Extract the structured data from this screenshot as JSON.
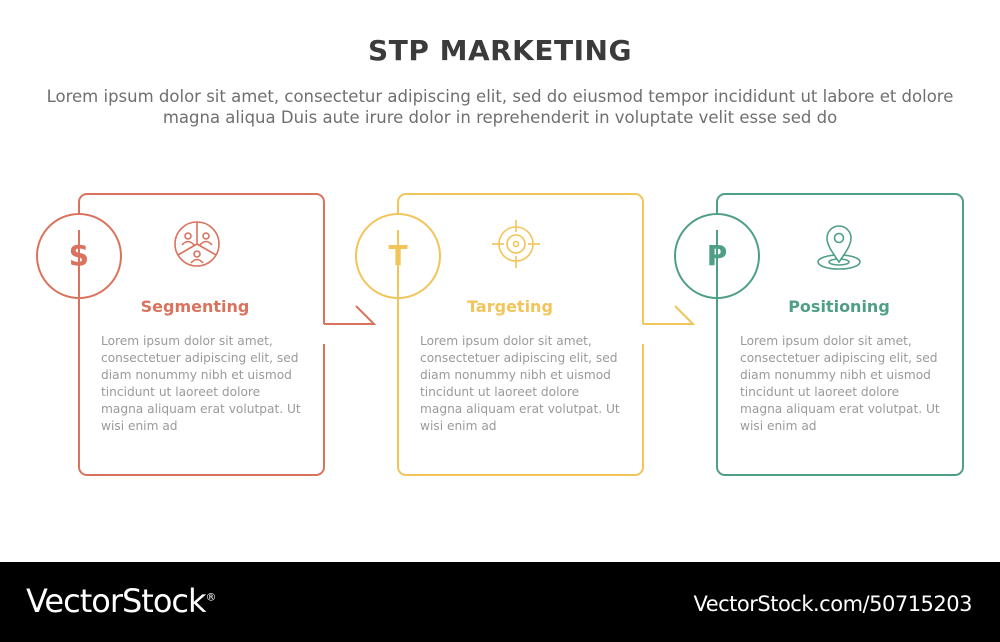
{
  "header": {
    "title": "STP MARKETING",
    "subtitle": "Lorem ipsum dolor sit amet, consectetur adipiscing elit, sed do eiusmod tempor incididunt ut labore et dolore magna aliqua Duis aute irure dolor in reprehenderit in voluptate velit esse sed do"
  },
  "steps": [
    {
      "letter": "S",
      "title": "Segmenting",
      "body": "Lorem ipsum dolor sit amet, consectetuer adipiscing elit, sed diam nonummy nibh et uismod tincidunt ut laoreet dolore magna aliquam erat volutpat. Ut wisi enim ad",
      "color": "#d9735e",
      "icon": "segmentation-people-icon"
    },
    {
      "letter": "T",
      "title": "Targeting",
      "body": "Lorem ipsum dolor sit amet, consectetuer adipiscing elit, sed diam nonummy nibh et uismod tincidunt ut laoreet dolore magna aliquam erat volutpat. Ut wisi enim ad",
      "color": "#f2c45a",
      "icon": "crosshair-target-icon"
    },
    {
      "letter": "P",
      "title": "Positioning",
      "body": "Lorem ipsum dolor sit amet, consectetuer adipiscing elit, sed diam nonummy nibh et uismod tincidunt ut laoreet dolore magna aliquam erat volutpat. Ut wisi enim ad",
      "color": "#4f9f86",
      "icon": "map-pin-icon"
    }
  ],
  "footer": {
    "brand": "VectorStock",
    "registered": "®",
    "image_id": "VectorStock.com/50715203"
  }
}
